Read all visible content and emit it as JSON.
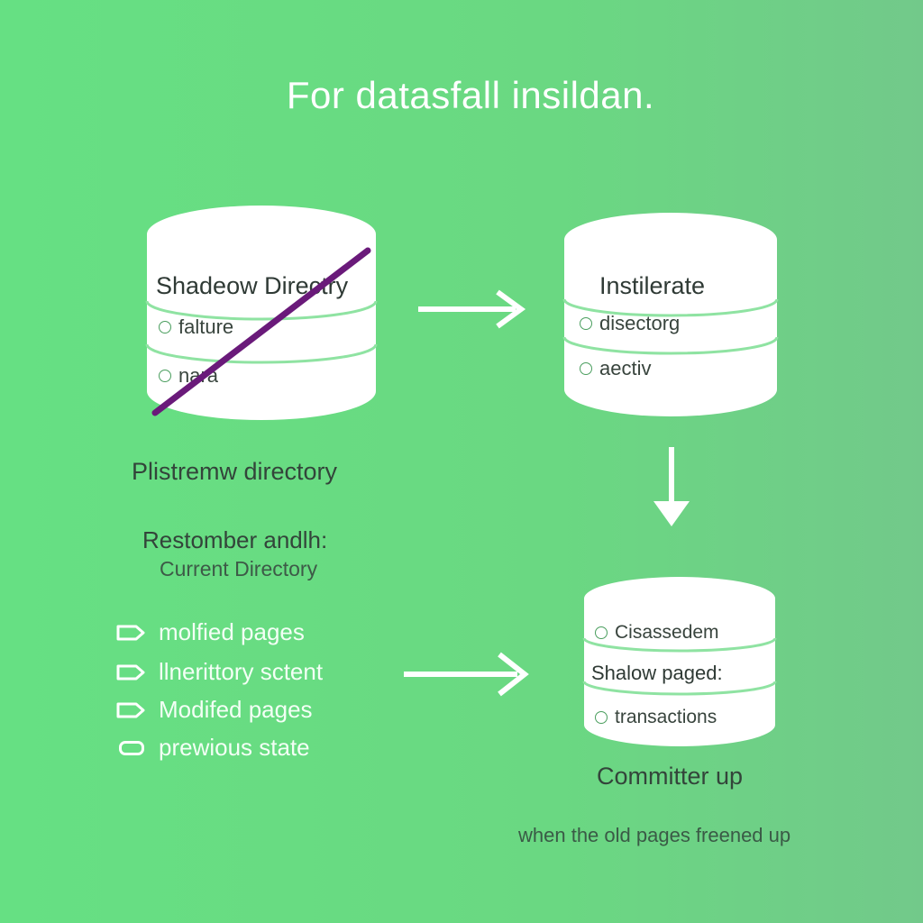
{
  "title": "For datasfall insildan.",
  "cylinders": {
    "shadow": {
      "title": "Shadeow Directry",
      "rows": [
        "falture",
        "nara"
      ]
    },
    "insilerate": {
      "title": "Instilerate",
      "rows": [
        "disectorg",
        "aectiv"
      ]
    },
    "committed": {
      "rows": [
        "Cisassedem",
        "Shalow paged:",
        "transactions"
      ]
    }
  },
  "captions": {
    "left_directory": "Plistremw directory",
    "restomber": "Restomber andlh:",
    "current_directory": "Current Directory",
    "committer": "Committer up",
    "footnote": "when the old pages freened up"
  },
  "legend": [
    {
      "icon": "tag-icon",
      "label": "molfied pages"
    },
    {
      "icon": "tag-icon",
      "label": "llnerittory sctent"
    },
    {
      "icon": "tag-icon",
      "label": "Modifed pages"
    },
    {
      "icon": "pill-icon",
      "label": "prewious state"
    }
  ],
  "colors": {
    "background": "#66e083",
    "cylinder": "#ffffff",
    "band": "#8fe3a2",
    "strike": "#6a1a7a",
    "arrow": "#ffffff"
  }
}
